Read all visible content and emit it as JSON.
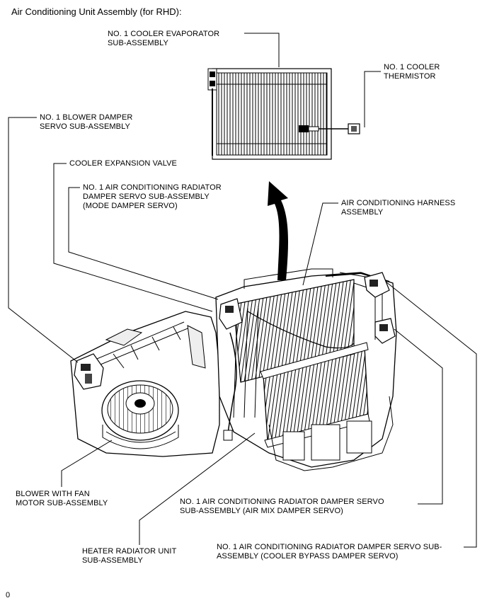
{
  "title": "Air Conditioning Unit Assembly (for RHD):",
  "labels": {
    "evaporator": "NO. 1 COOLER EVAPORATOR\nSUB-ASSEMBLY",
    "thermistor": "NO. 1 COOLER\nTHERMISTOR",
    "blower_damper_servo": "NO. 1 BLOWER DAMPER\nSERVO SUB-ASSEMBLY",
    "expansion_valve": "COOLER EXPANSION VALVE",
    "mode_damper_servo": "NO. 1 AIR CONDITIONING RADIATOR\nDAMPER SERVO SUB-ASSEMBLY\n(MODE DAMPER SERVO)",
    "harness": "AIR CONDITIONING HARNESS\nASSEMBLY",
    "blower_motor": "BLOWER WITH FAN\nMOTOR SUB-ASSEMBLY",
    "air_mix_damper_servo": "NO. 1 AIR CONDITIONING RADIATOR DAMPER SERVO\nSUB-ASSEMBLY (AIR MIX DAMPER SERVO)",
    "heater_radiator": "HEATER RADIATOR UNIT\nSUB-ASSEMBLY",
    "cooler_bypass_damper_servo": "NO. 1 AIR CONDITIONING RADIATOR DAMPER SERVO SUB-\nASSEMBLY (COOLER BYPASS DAMPER SERVO)"
  },
  "footer": "0"
}
